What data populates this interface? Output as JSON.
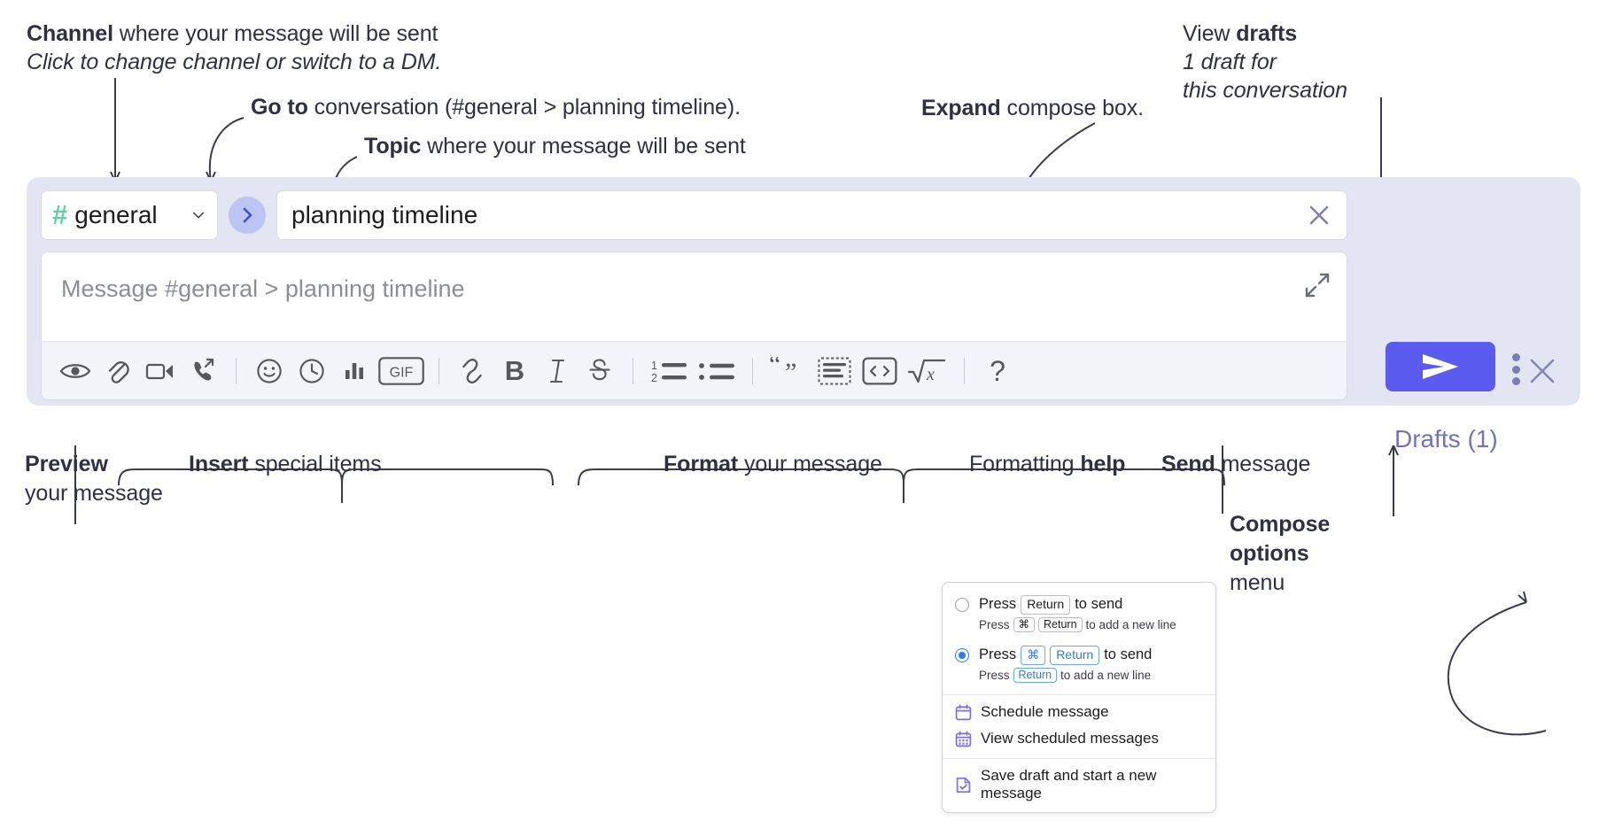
{
  "annotations": {
    "channel": {
      "bold": "Channel",
      "rest": " where your message will be sent",
      "italic": "Click to change channel or switch to a DM."
    },
    "goto": {
      "bold": "Go to",
      "rest": " conversation (#general > planning timeline)."
    },
    "topic": {
      "bold": "Topic",
      "rest": " where your message will be sent"
    },
    "expand": {
      "bold": "Expand",
      "rest": " compose box."
    },
    "drafts": {
      "line1_normal": "View ",
      "line1_bold": "drafts",
      "line2": "1 draft for",
      "line3": "this conversation"
    },
    "preview": {
      "bold": "Preview",
      "line2": "your message"
    },
    "insert": {
      "bold": "Insert",
      "rest": " special items"
    },
    "format": {
      "bold": "Format",
      "rest": " your message"
    },
    "help": {
      "normal": "Formatting ",
      "bold": "help"
    },
    "send": {
      "bold": "Send",
      "rest": " message"
    },
    "compose_options": {
      "line1": "Compose",
      "line2": "options",
      "line3": "menu"
    }
  },
  "compose": {
    "channel": {
      "icon": "hash-icon",
      "name": "general",
      "chevron": "chevron-down-icon"
    },
    "goto_button": {
      "icon": "chevron-right-icon",
      "label": "Go to conversation"
    },
    "topic": {
      "value": "planning timeline",
      "clear_icon": "close-icon"
    },
    "message": {
      "placeholder": "Message #general > planning timeline",
      "value": ""
    },
    "expand_icon": "expand-diagonal-icon",
    "drafts_label": "Drafts (1)",
    "panel_close_icon": "close-icon",
    "send_button": {
      "icon": "paper-plane-icon",
      "label": "Send"
    },
    "kebab": {
      "icon": "more-vertical-icon",
      "label": "More compose options"
    },
    "toolbar": [
      {
        "name": "preview-button",
        "icon": "eye-icon",
        "label": "Preview"
      },
      {
        "name": "attach-button",
        "icon": "paperclip-icon",
        "label": "Attach file"
      },
      {
        "name": "video-clip-button",
        "icon": "video-camera-icon",
        "label": "Record video clip"
      },
      {
        "name": "audio-clip-button",
        "icon": "phone-forward-icon",
        "label": "Record audio clip"
      },
      {
        "name": "separator-1",
        "icon": "divider",
        "label": ""
      },
      {
        "name": "emoji-button",
        "icon": "smiley-icon",
        "label": "Emoji"
      },
      {
        "name": "reminder-button",
        "icon": "clock-icon",
        "label": "Clock"
      },
      {
        "name": "poll-button",
        "icon": "bar-chart-icon",
        "label": "Poll"
      },
      {
        "name": "gif-button",
        "icon": "gif-icon",
        "label": "GIF"
      },
      {
        "name": "separator-2",
        "icon": "divider",
        "label": ""
      },
      {
        "name": "link-button",
        "icon": "link-icon",
        "label": "Link"
      },
      {
        "name": "bold-button",
        "icon": "bold-icon",
        "label": "B"
      },
      {
        "name": "italic-button",
        "icon": "italic-icon",
        "label": "I"
      },
      {
        "name": "strikethrough-button",
        "icon": "strikethrough-icon",
        "label": "S"
      },
      {
        "name": "separator-3",
        "icon": "divider",
        "label": ""
      },
      {
        "name": "ordered-list-button",
        "icon": "ordered-list-icon",
        "label": "Ordered list"
      },
      {
        "name": "bulleted-list-button",
        "icon": "bulleted-list-icon",
        "label": "Bulleted list"
      },
      {
        "name": "separator-4",
        "icon": "divider",
        "label": ""
      },
      {
        "name": "blockquote-button",
        "icon": "quote-icon",
        "label": "Blockquote"
      },
      {
        "name": "code-block-button",
        "icon": "code-block-icon",
        "label": "Code block"
      },
      {
        "name": "code-button",
        "icon": "code-icon",
        "label": "Code"
      },
      {
        "name": "math-button",
        "icon": "square-root-icon",
        "label": "Math"
      },
      {
        "name": "separator-5",
        "icon": "divider",
        "label": ""
      },
      {
        "name": "help-button",
        "icon": "question-mark-icon",
        "label": "?"
      }
    ]
  },
  "options_menu": {
    "option_return": {
      "selected": false,
      "pre": "Press",
      "key": "Return",
      "post": "to send",
      "sub_pre": "Press",
      "sub_key1": "⌘",
      "sub_key2": "Return",
      "sub_post": "to add a new line"
    },
    "option_cmd_return": {
      "selected": true,
      "pre": "Press",
      "key1": "⌘",
      "key2": "Return",
      "post": "to send",
      "sub_pre": "Press",
      "sub_key": "Return",
      "sub_post": "to add a new line"
    },
    "items": [
      {
        "icon": "calendar-icon",
        "label": "Schedule message"
      },
      {
        "icon": "calendar-grid-icon",
        "label": "View scheduled messages"
      },
      {
        "icon": "document-check-icon",
        "label": "Save draft and start a new message"
      }
    ]
  },
  "colors": {
    "panel_bg": "#e3e5f3",
    "send_button": "#5b5bf0",
    "hash_green": "#5fd39b",
    "goto_circle": "#bcc4f4",
    "drafts_text": "#7173c0",
    "menu_icon_purple": "#7b6cf0",
    "radio_blue": "#2a7cf0",
    "ink": "#2f3046"
  }
}
